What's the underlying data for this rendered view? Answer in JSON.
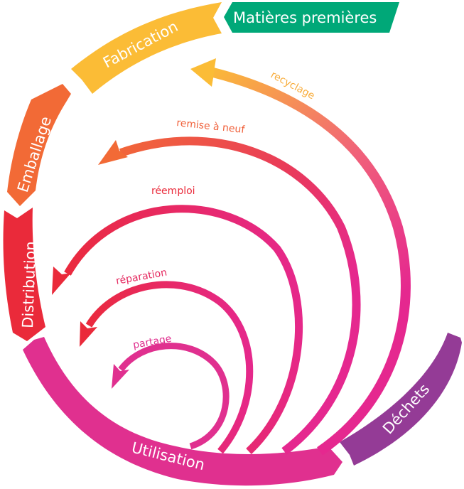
{
  "diagram": {
    "title": "Économie circulaire",
    "stages": [
      {
        "id": "matieres",
        "label": "Matières premières",
        "color": "#00a878"
      },
      {
        "id": "fabrication",
        "label": "Fabrication",
        "color": "#fbbc36"
      },
      {
        "id": "emballage",
        "label": "Emballage",
        "color": "#f26a36"
      },
      {
        "id": "distribution",
        "label": "Distribution",
        "color": "#ea2a3a"
      },
      {
        "id": "utilisation",
        "label": "Utilisation",
        "color": "#e0308f"
      },
      {
        "id": "dechets",
        "label": "Déchets",
        "color": "#943b96"
      }
    ],
    "loops": [
      {
        "id": "recyclage",
        "label": "recyclage",
        "from": "utilisation",
        "to": "fabrication",
        "color_start": "#e5288f",
        "color_end": "#fbbc36",
        "label_color": "#f8ac3a"
      },
      {
        "id": "remise",
        "label": "remise à neuf",
        "from": "utilisation",
        "to": "emballage",
        "color_start": "#e5288f",
        "color_end": "#f26a36",
        "label_color": "#f0603a"
      },
      {
        "id": "reemploi",
        "label": "réemploi",
        "from": "utilisation",
        "to": "distribution",
        "color_start": "#e5288f",
        "color_end": "#ea2a3a",
        "label_color": "#ea2a3a"
      },
      {
        "id": "reparation",
        "label": "réparation",
        "from": "utilisation",
        "to": "distribution",
        "color_start": "#e5288f",
        "color_end": "#ea2a3a",
        "label_color": "#e52a60"
      },
      {
        "id": "partage",
        "label": "partage",
        "from": "utilisation",
        "to": "utilisation",
        "color_start": "#e0308f",
        "color_end": "#e0308f",
        "label_color": "#e0308f"
      }
    ]
  }
}
